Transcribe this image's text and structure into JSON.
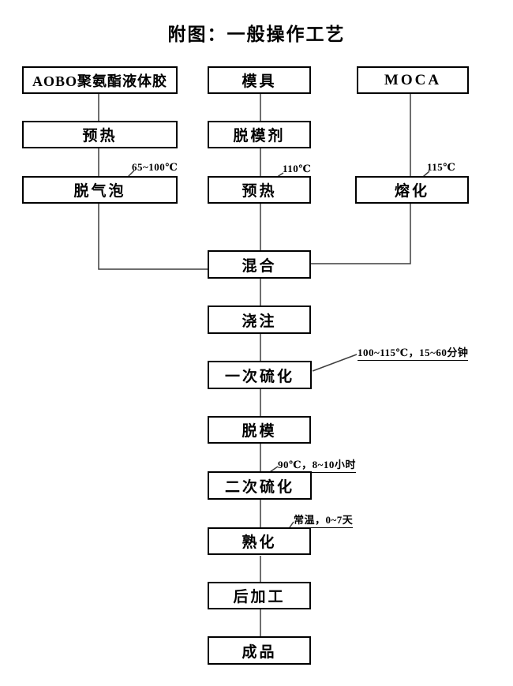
{
  "title": "附图：一般操作工艺",
  "flowchart": {
    "boxes": {
      "aobo": "AOBO聚氨酯液体胶",
      "mold": "模具",
      "moca": "MOCA",
      "preheat_left": "预热",
      "release_agent": "脱模剂",
      "degas": "脱气泡",
      "preheat_mid": "预热",
      "melt": "熔化",
      "mix": "混合",
      "pour": "浇注",
      "first_cure": "一次硫化",
      "demold": "脱模",
      "second_cure": "二次硫化",
      "aging": "熟化",
      "post_process": "后加工",
      "finished": "成品"
    },
    "annotations": {
      "degas_temp": "65~100℃",
      "preheat_mid_temp": "110℃",
      "melt_temp": "115℃",
      "first_cure_cond": "100~115℃，15~60分钟",
      "second_cure_cond": "90℃，8~10小时",
      "aging_cond": "常温，0~7天"
    },
    "process_flow": [
      "AOBO聚氨酯液体胶 → 预热 → 脱气泡 → 混合",
      "模具 → 脱模剂 → 预热 → 混合",
      "MOCA → 熔化 → 混合",
      "混合 → 浇注 → 一次硫化 → 脱模 → 二次硫化 → 熟化 → 后加工 → 成品"
    ]
  },
  "colors": {
    "background": "#ffffff",
    "box_border": "#000000",
    "connector": "#3f3f3f",
    "text": "#000000"
  }
}
